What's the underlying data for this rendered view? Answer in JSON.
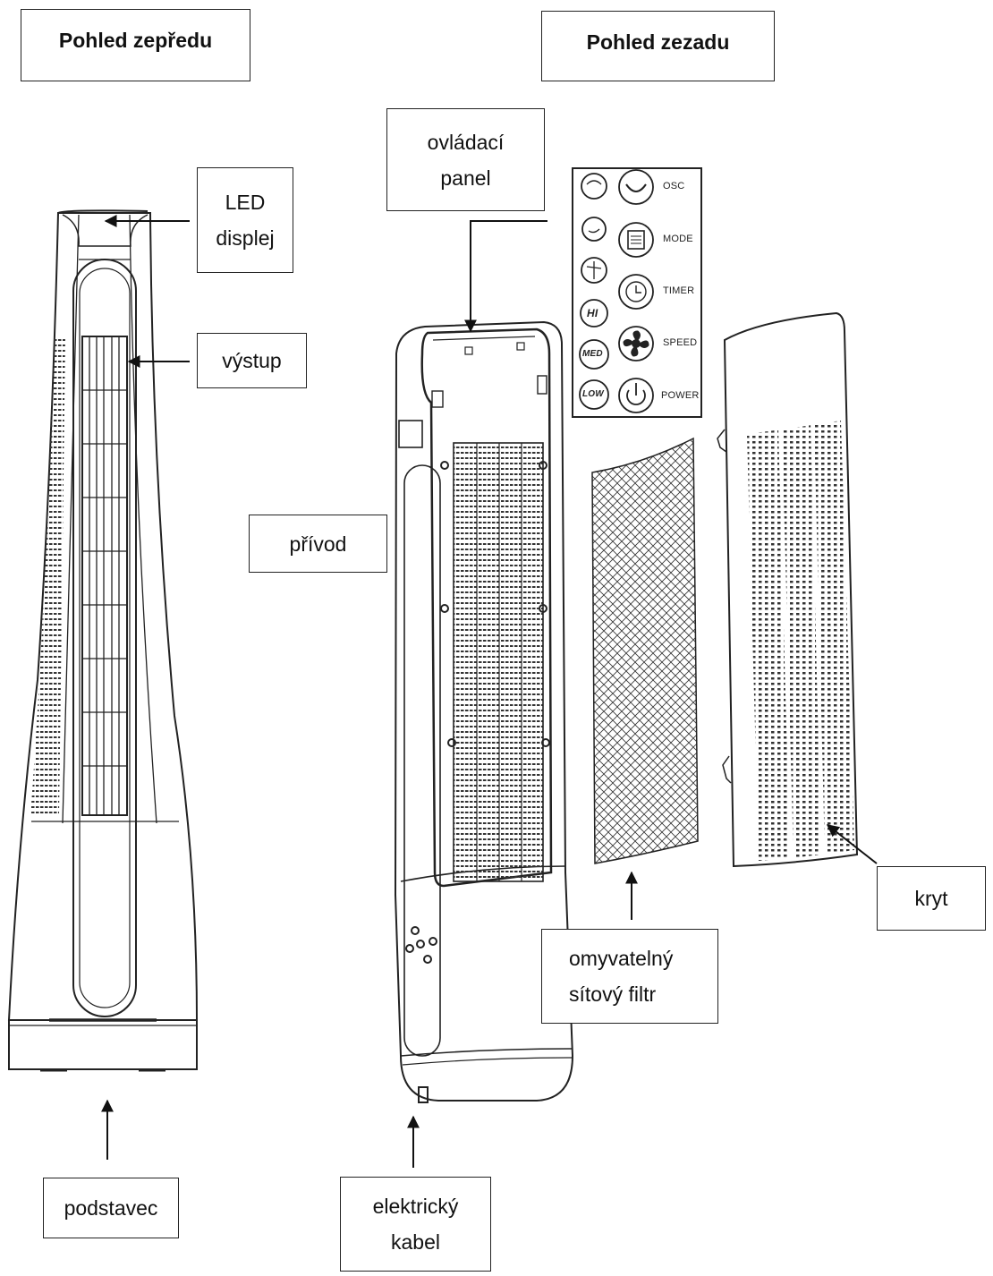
{
  "views": {
    "front": "Pohled zepředu",
    "back": "Pohled zezadu"
  },
  "labels": {
    "led_line1": "LED",
    "led_line2": "displej",
    "outlet": "výstup",
    "base": "podstavec",
    "control_line1": "ovládací",
    "control_line2": "panel",
    "intake": "přívod",
    "cable_line1": "elektrický",
    "cable_line2": "kabel",
    "filter_line1": "omyvatelný",
    "filter_line2": "sítový filtr",
    "cover": "kryt"
  },
  "control_panel": {
    "buttons": [
      "OSC",
      "MODE",
      "TIMER",
      "SPEED",
      "POWER"
    ],
    "indicators": [
      "HI",
      "MED",
      "LOW"
    ]
  },
  "colors": {
    "line": "#222222",
    "background": "#ffffff"
  }
}
